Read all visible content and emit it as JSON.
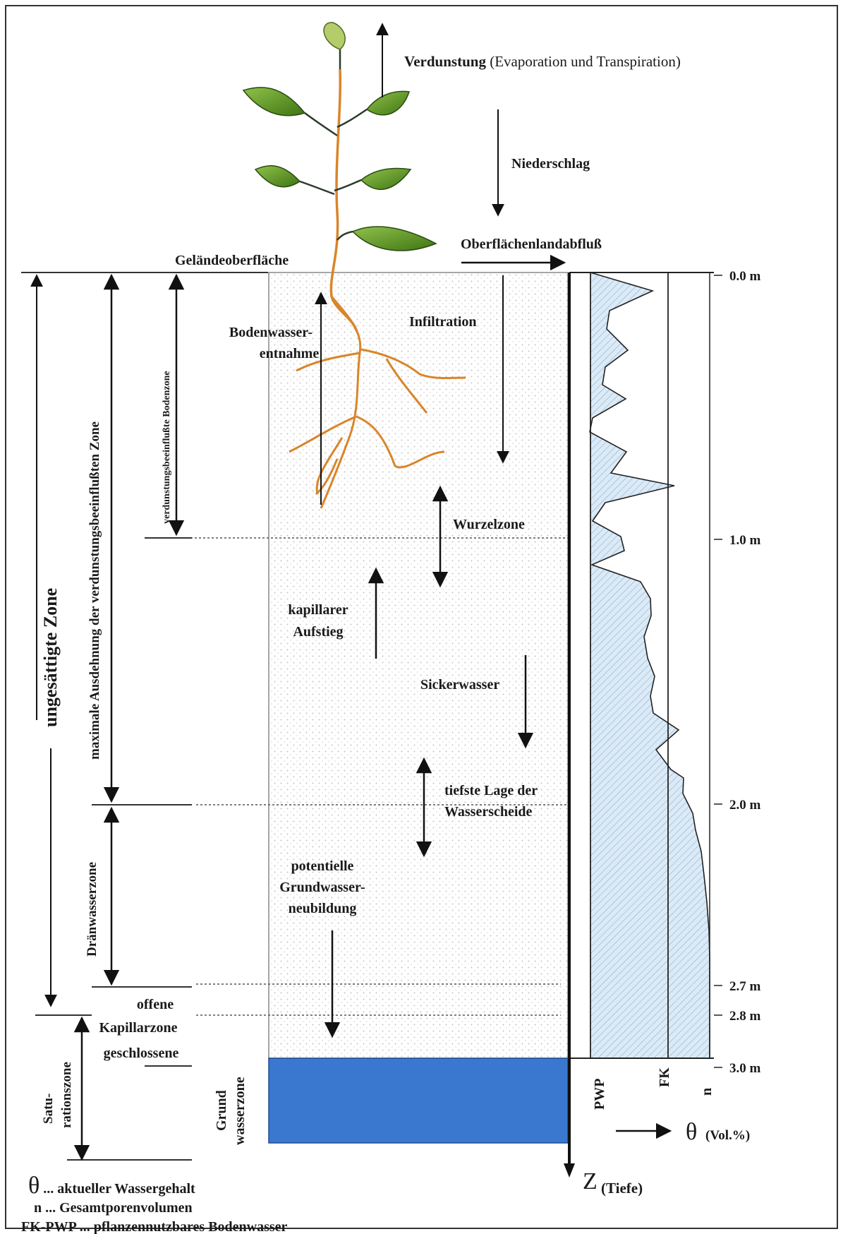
{
  "labels": {
    "verdunstung_bold": "Verdunstung",
    "verdunstung_rest": " (Evaporation und Transpiration)",
    "niederschlag": "Niederschlag",
    "oberflaechenabfluss": "Oberflächenlandabfluß",
    "gelaendeoberflaeche": "Geländeoberfläche",
    "bodenwasser_line1": "Bodenwasser-",
    "bodenwasser_line2": "entnahme",
    "infiltration": "Infiltration",
    "wurzelzone": "Wurzelzone",
    "kapillarer_line1": "kapillarer",
    "kapillarer_line2": "Aufstieg",
    "sickerwasser": "Sickerwasser",
    "wasserscheide_line1": "tiefste Lage der",
    "wasserscheide_line2": "Wasserscheide",
    "gwn_line1": "potentielle",
    "gwn_line2": "Grundwasser-",
    "gwn_line3": "neubildung",
    "offene": "offene",
    "kapillarzone": "Kapillarzone",
    "geschlossene": "geschlossene",
    "ungesaettigte": "ungesättigte Zone",
    "maximale": "maximale Ausdehnung der verdunstungsbeeinflußten Zone",
    "verdunstungsbeeinflusste": "verdunstungsbeeinflußte Bodenzone",
    "draenwasserzone": "Dränwasserzone",
    "saturation_line1": "Satu-",
    "saturation_line2": "rationszone",
    "grundwasser_line1": "Grund",
    "grundwasser_line2": "wasserzone",
    "pwp": "PWP",
    "fk": "FK",
    "n": "n",
    "theta_symbol": "θ",
    "theta_unit": "(Vol.%)",
    "z_symbol": "Z",
    "z_unit": "(Tiefe)"
  },
  "depth_ticks": [
    "0.0 m",
    "1.0 m",
    "2.0 m",
    "2.7 m",
    "2.8 m",
    "3.0 m"
  ],
  "legend": [
    {
      "symbol": "θ",
      "text": " ... aktueller Wassergehalt"
    },
    {
      "symbol": "n",
      "text": " ... Gesamtporenvolumen"
    },
    {
      "symbol": "FK-PWP",
      "text": " ... pflanzennutzbares Bodenwasser"
    }
  ],
  "colors": {
    "soil_dots": "#c9c9c9",
    "groundwater": "#3a78d0",
    "profile_fill": "#d9e9f5",
    "stem": "#d9852a",
    "leaf": "#4f8a1c"
  }
}
